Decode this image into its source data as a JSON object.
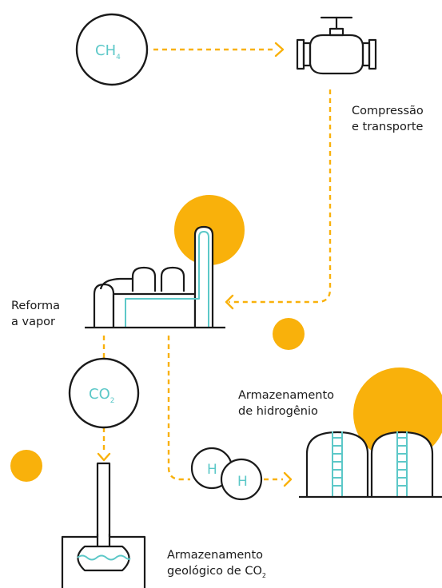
{
  "colors": {
    "accent": "#f9b10b",
    "ink": "#1a1a1a",
    "teal": "#5cc8c8",
    "background": "#ffffff"
  },
  "nodes": {
    "methane": {
      "text": "CH",
      "subscript": "4"
    },
    "compression": {
      "line1": "Compressão",
      "line2": "e transporte"
    },
    "reforming": {
      "line1": "Reforma",
      "line2": "a vapor"
    },
    "co2": {
      "text": "CO",
      "subscript": "2"
    },
    "hydrogen": {
      "atom1": "H",
      "atom2": "H"
    },
    "h2_storage": {
      "line1": "Armazenamento",
      "line2": "de hidrogênio"
    },
    "geo_storage": {
      "line1": "Armazenamento",
      "line2": "geológico de CO",
      "subscript": "2"
    }
  },
  "icons": [
    "valve-icon",
    "factory-icon",
    "hydrogen-molecule-icon",
    "storage-tanks-icon",
    "geological-well-icon"
  ]
}
